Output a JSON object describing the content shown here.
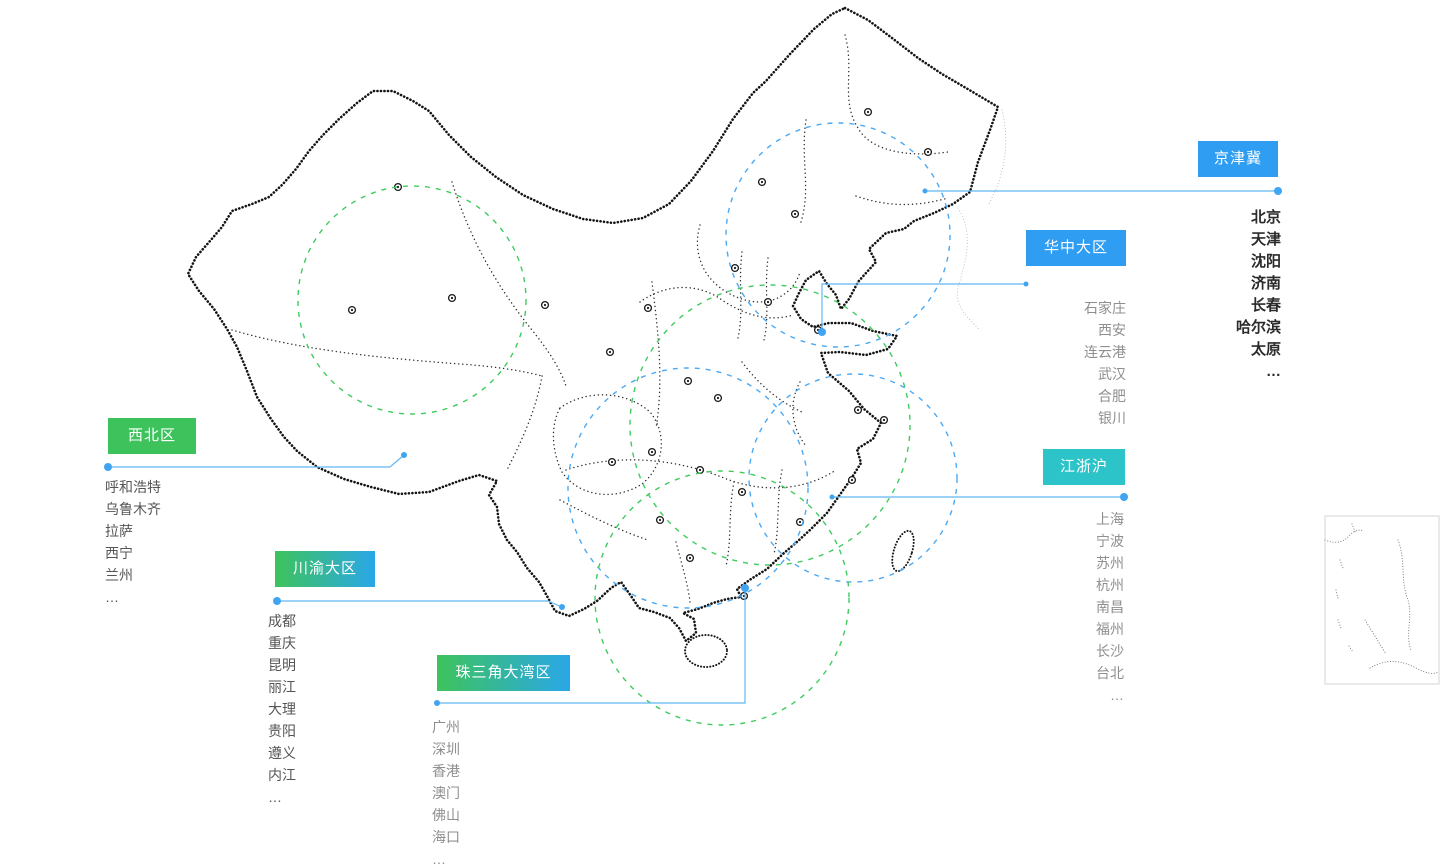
{
  "colors": {
    "blue": "#2e9df2",
    "teal": "#2cc3c9",
    "green": "#3ec35c",
    "grad-end": "#2aa7e8",
    "connector": "#62b8f4",
    "dot": "#41a4f1",
    "circle-blue": "#4aa9f5",
    "circle-green": "#3ecb5e",
    "map-stroke": "#141414",
    "city-dark": "#2b2b2b",
    "city-mid": "#555555",
    "city-light": "#8f8f8f"
  },
  "regions": {
    "jingjinji": {
      "label": "京津冀",
      "cities": [
        "北京",
        "天津",
        "沈阳",
        "济南",
        "长春",
        "哈尔滨",
        "太原",
        "…"
      ]
    },
    "huazhong": {
      "label": "华中大区",
      "cities": [
        "石家庄",
        "西安",
        "连云港",
        "武汉",
        "合肥",
        "银川"
      ]
    },
    "jiangzhehu": {
      "label": "江浙沪",
      "cities": [
        "上海",
        "宁波",
        "苏州",
        "杭州",
        "南昌",
        "福州",
        "长沙",
        "台北",
        "…"
      ]
    },
    "xibei": {
      "label": "西北区",
      "cities": [
        "呼和浩特",
        "乌鲁木齐",
        "拉萨",
        "西宁",
        "兰州",
        "…"
      ]
    },
    "chuanyu": {
      "label": "川渝大区",
      "cities": [
        "成都",
        "重庆",
        "昆明",
        "丽江",
        "大理",
        "贵阳",
        "遵义",
        "内江",
        "…"
      ]
    },
    "zhusanjiao": {
      "label": "珠三角大湾区",
      "cities": [
        "广州",
        "深圳",
        "香港",
        "澳门",
        "佛山",
        "海口",
        "…"
      ]
    }
  }
}
